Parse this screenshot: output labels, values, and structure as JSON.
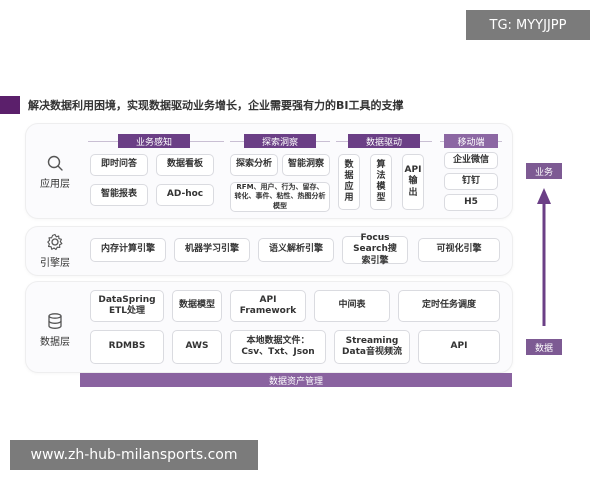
{
  "watermark_top": "TG: MYYJJPP",
  "watermark_bottom": "www.zh-hub-milansports.com",
  "headline": "解决数据利用困境，实现数据驱动业务增长，企业需要强有力的BI工具的支撑",
  "layers": {
    "app": {
      "label": "应用层",
      "groups": {
        "g1": {
          "title": "业务感知",
          "items": [
            "即时问答",
            "数据看板",
            "智能报表",
            "AD-hoc"
          ]
        },
        "g2": {
          "title": "探索洞察",
          "items": [
            "探索分析",
            "智能洞察",
            "RFM、用户、行为、留存、转化、事件、粘性、热图分析模型"
          ]
        },
        "g3": {
          "title": "数据驱动",
          "items": [
            "数据应用",
            "算法模型",
            "API输出"
          ]
        },
        "g4": {
          "title": "移动端",
          "items": [
            "企业微信",
            "钉钉",
            "H5"
          ]
        }
      }
    },
    "engine": {
      "label": "引擎层",
      "items": [
        "内存计算引擎",
        "机器学习引擎",
        "语义解析引擎",
        "Focus Search搜索引擎",
        "可视化引擎"
      ]
    },
    "data": {
      "label": "数据层",
      "row1": [
        "DataSpring ETL处理",
        "数据模型",
        "API Framework",
        "中间表",
        "定时任务调度"
      ],
      "row2": [
        "RDMBS",
        "AWS",
        "本地数据文件：Csv、Txt、Json",
        "Streaming Data音视频流",
        "API"
      ]
    }
  },
  "asset_bar": "数据资产管理",
  "side": {
    "top": "业务",
    "bottom": "数据"
  },
  "colors": {
    "accent_dark": "#5b1f6b",
    "accent": "#7d5a93",
    "accent_light": "#8a63a0"
  }
}
